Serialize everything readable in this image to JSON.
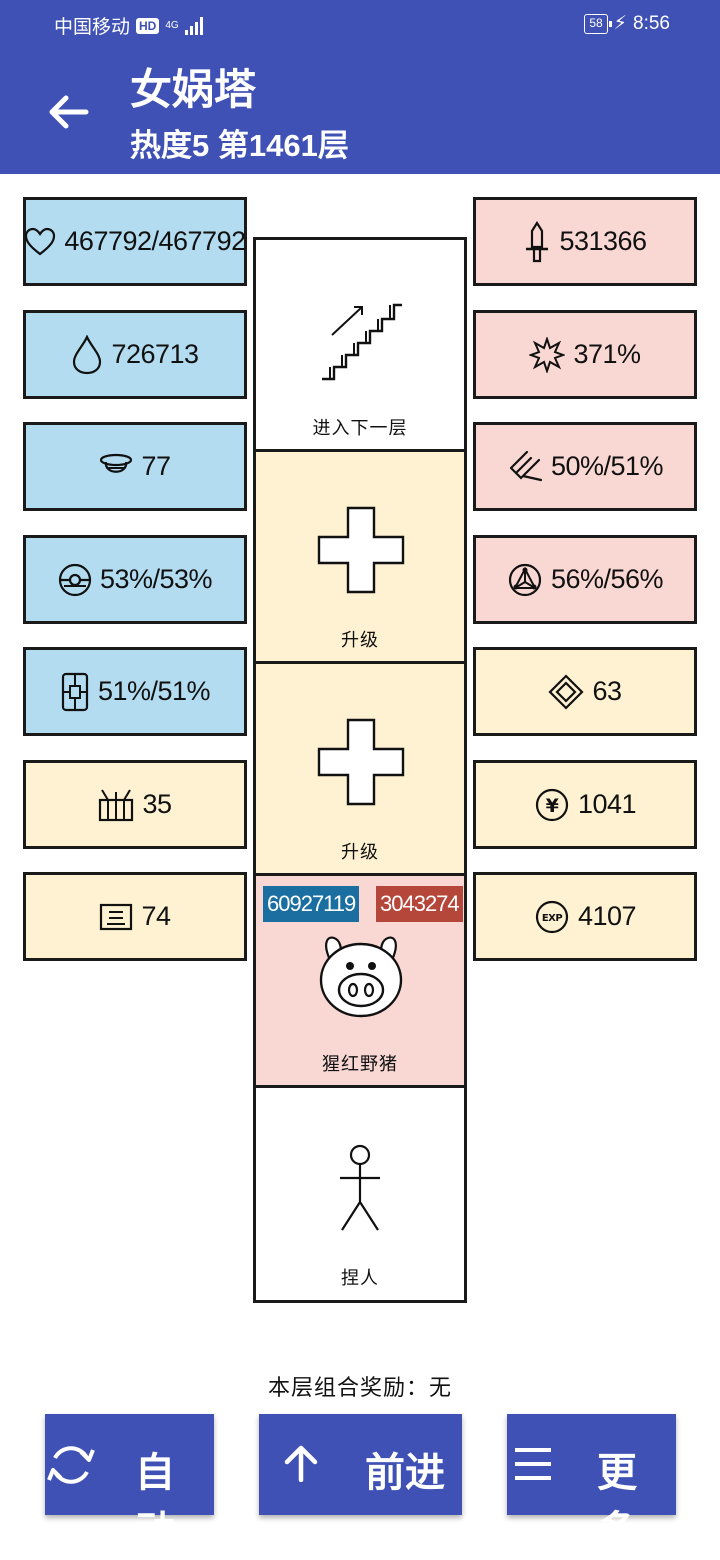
{
  "status_bar": {
    "carrier": "中国移动",
    "hd": "HD",
    "network": "4G",
    "battery": "58",
    "time": "8:56"
  },
  "header": {
    "title": "女娲塔",
    "subtitle": "热度5 第1461层"
  },
  "stats_left": [
    {
      "icon": "heart-icon",
      "value": "467792/467792",
      "color": "#b3dcf0"
    },
    {
      "icon": "drop-icon",
      "value": "726713",
      "color": "#b3dcf0"
    },
    {
      "icon": "helmet-icon",
      "value": "77",
      "color": "#b3dcf0"
    },
    {
      "icon": "shield-orb-icon",
      "value": "53%/53%",
      "color": "#b3dcf0"
    },
    {
      "icon": "armor-icon",
      "value": "51%/51%",
      "color": "#b3dcf0"
    },
    {
      "icon": "crate-icon",
      "value": "35",
      "color": "#fef2d2"
    },
    {
      "icon": "scroll-icon",
      "value": "74",
      "color": "#fef2d2"
    }
  ],
  "stats_right": [
    {
      "icon": "sword-icon",
      "value": "531366",
      "color": "#f9d8d4"
    },
    {
      "icon": "burst-icon",
      "value": "371%",
      "color": "#f9d8d4"
    },
    {
      "icon": "slash-icon",
      "value": "50%/51%",
      "color": "#f9d8d4"
    },
    {
      "icon": "triangle-circle-icon",
      "value": "56%/56%",
      "color": "#f9d8d4"
    },
    {
      "icon": "diamond-icon",
      "value": "63",
      "color": "#fef2d2"
    },
    {
      "icon": "yen-icon",
      "value": "1041",
      "color": "#fef2d2"
    },
    {
      "icon": "exp-icon",
      "value": "4107",
      "color": "#fef2d2"
    }
  ],
  "tower": {
    "cells": [
      {
        "label": "进入下一层",
        "icon": "stairs-icon"
      },
      {
        "label": "升级",
        "icon": "plus-icon"
      },
      {
        "label": "升级",
        "icon": "plus-icon"
      },
      {
        "label": "猩红野猪",
        "icon": "boar-icon",
        "hp": "60927119",
        "atk": "3043274"
      },
      {
        "label": "捏人",
        "icon": "stickman-icon"
      }
    ]
  },
  "exp_badge": "EXP",
  "reward_text": "本层组合奖励：无",
  "buttons": {
    "auto": "自动",
    "forward": "前进",
    "more": "更多"
  }
}
